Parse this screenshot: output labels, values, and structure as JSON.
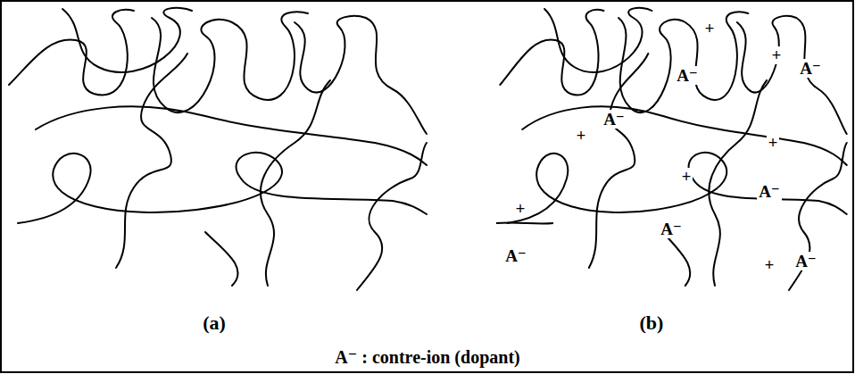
{
  "diagram": {
    "caption": "A⁻ : contre-ion (dopant)",
    "labels": [
      "+",
      "+",
      "A⁻",
      "A⁻",
      "A⁻",
      "+",
      "+",
      "+",
      "A⁻",
      "+",
      "A⁻",
      "A⁻",
      "+",
      "A⁻",
      "(a)",
      "(b)"
    ]
  }
}
